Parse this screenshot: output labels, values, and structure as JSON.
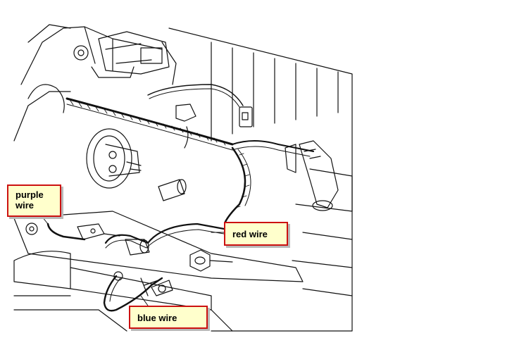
{
  "callouts": {
    "purple": "purple\nwire",
    "red": "red wire",
    "blue": "blue wire"
  },
  "colors": {
    "callout_border": "#cc1111",
    "callout_fill": "#ffffcc",
    "line_art": "#111111"
  }
}
